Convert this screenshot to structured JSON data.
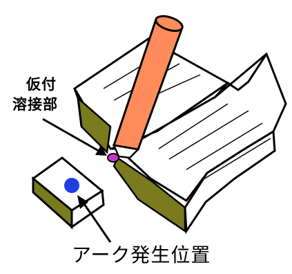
{
  "labels": {
    "tack_weld_line1": "仮付",
    "tack_weld_line2": "溶接部",
    "arc_start_position": "アーク発生位置"
  },
  "colors": {
    "base_metal_face": "#ffffff",
    "base_metal_edge": "#7a7a1e",
    "outline": "#000000",
    "electrode": "#ff8c5a",
    "electrode_core": "#ffffff",
    "tack_weld": "#cc33cc",
    "arc_start_dot": "#1f3fe0"
  }
}
